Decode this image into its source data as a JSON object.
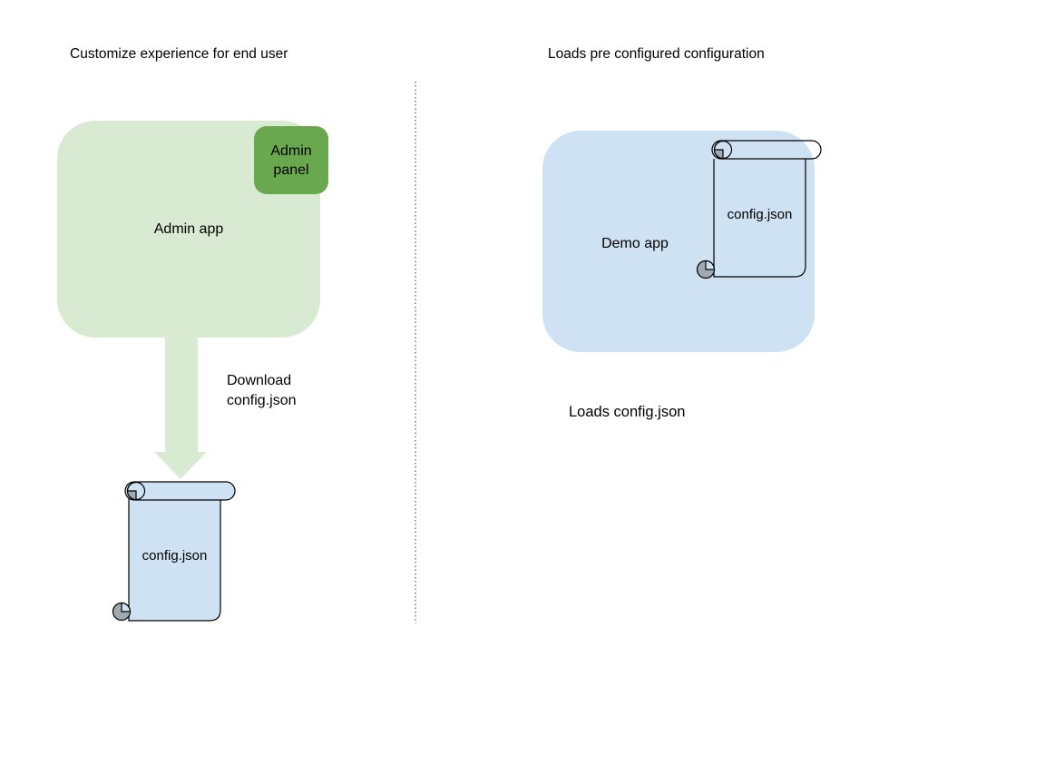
{
  "colors": {
    "light_green": "#d9ead3",
    "green": "#6aa84f",
    "light_blue": "#cfe2f3",
    "curl_gray": "#a0aab2",
    "stroke": "#000000",
    "divider": "#999999",
    "text": "#000000",
    "bg": "#ffffff"
  },
  "left": {
    "title": "Customize experience for end user",
    "app_label": "Admin app",
    "panel_label": "Admin panel",
    "arrow_label": "Download config.json",
    "file_label": "config.json"
  },
  "right": {
    "title": "Loads pre configured configuration",
    "app_label": "Demo app",
    "file_label": "config.json",
    "caption": "Loads config.json"
  }
}
